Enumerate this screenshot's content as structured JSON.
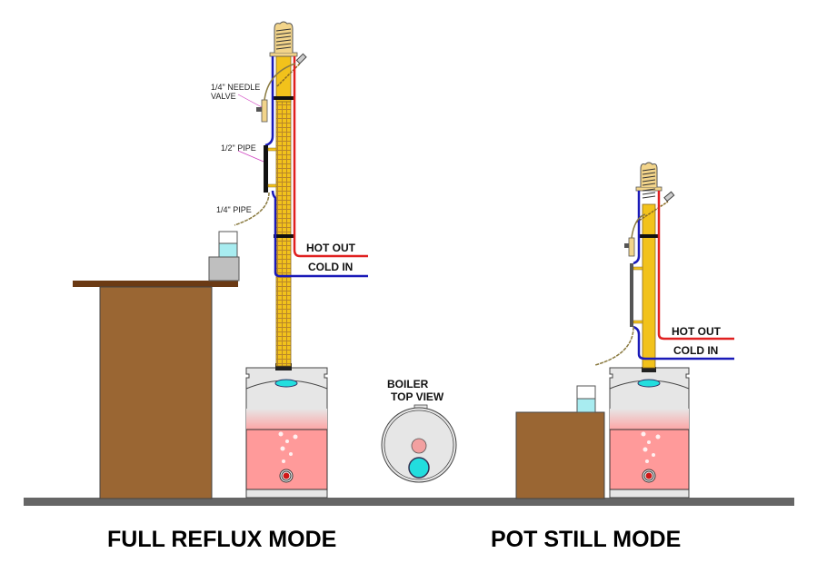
{
  "diagram": {
    "full_reflux": {
      "title": "FULL REFLUX MODE",
      "labels": {
        "needle_valve_line1": "1/4\" NEEDLE",
        "needle_valve_line2": "VALVE",
        "half_pipe": "1/2\" PIPE",
        "quarter_pipe": "1/4\" PIPE",
        "hot_out": "HOT OUT",
        "cold_in": "COLD IN"
      }
    },
    "boiler_top_view": {
      "line1": "BOILER",
      "line2": "TOP VIEW"
    },
    "pot_still": {
      "title": "POT STILL MODE",
      "labels": {
        "hot_out": "HOT OUT",
        "cold_in": "COLD IN"
      }
    },
    "colors": {
      "column": "#f2c21b",
      "packing": "#c9962a",
      "hot_line": "#e02020",
      "cold_line": "#1a1ab8",
      "wood": "#9a6633",
      "wood_dark": "#6b3a14",
      "boiler_shell": "#e6e6e6",
      "liquid": "#ff9a9a",
      "floor": "#666666",
      "water": "#a8ecf0",
      "cyan": "#22dede"
    }
  }
}
